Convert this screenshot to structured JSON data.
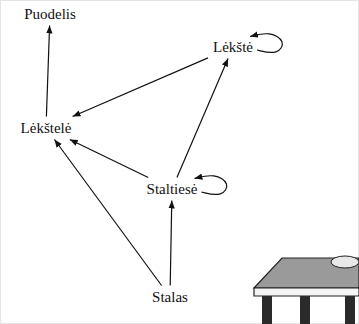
{
  "diagram": {
    "nodes": [
      {
        "text": [
          "Puodelis"
        ]
      },
      {
        "text": [
          "Lėkštė"
        ]
      },
      {
        "text": [
          "Lėkštelė"
        ]
      },
      {
        "text": [
          "Staltiesė"
        ]
      },
      {
        "text": [
          "Stalas"
        ]
      }
    ],
    "edges": [
      {
        "from": 2,
        "to": 0,
        "arrow": "to"
      },
      {
        "from": 1,
        "to": 2,
        "arrow": "to"
      },
      {
        "from": 1,
        "to": 1,
        "arrow": "to"
      },
      {
        "from": 3,
        "to": 1,
        "arrow": "to"
      },
      {
        "from": 3,
        "to": 2,
        "arrow": "to"
      },
      {
        "from": 3,
        "to": 3,
        "arrow": "to"
      },
      {
        "from": 4,
        "to": 3,
        "arrow": "to"
      },
      {
        "from": 4,
        "to": 2,
        "arrow": "to"
      }
    ]
  }
}
